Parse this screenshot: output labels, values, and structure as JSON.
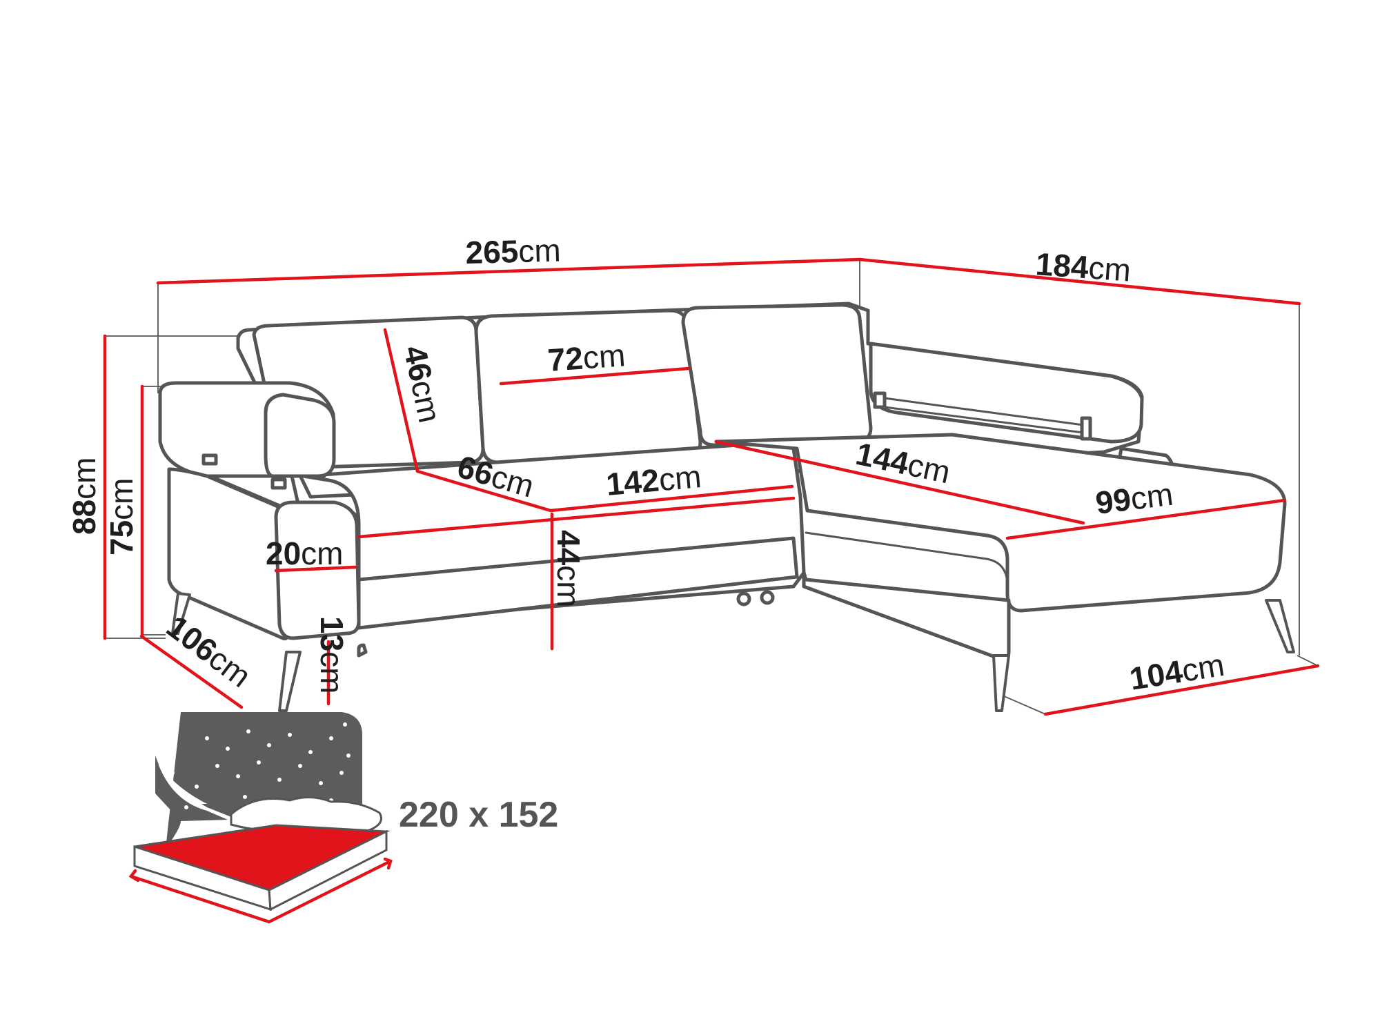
{
  "dimensions": {
    "total_width": {
      "value": "265",
      "unit": "cm"
    },
    "chaise_length": {
      "value": "184",
      "unit": "cm"
    },
    "total_height": {
      "value": "88",
      "unit": "cm"
    },
    "back_height": {
      "value": "75",
      "unit": "cm"
    },
    "cushion_height": {
      "value": "46",
      "unit": "cm"
    },
    "cushion_width": {
      "value": "72",
      "unit": "cm"
    },
    "seat_depth": {
      "value": "66",
      "unit": "cm"
    },
    "seat_width": {
      "value": "142",
      "unit": "cm"
    },
    "chaise_seat_length": {
      "value": "144",
      "unit": "cm"
    },
    "chaise_seat_width": {
      "value": "99",
      "unit": "cm"
    },
    "armrest_width": {
      "value": "20",
      "unit": "cm"
    },
    "seat_height": {
      "value": "44",
      "unit": "cm"
    },
    "leg_height": {
      "value": "13",
      "unit": "cm"
    },
    "depth_left": {
      "value": "106",
      "unit": "cm"
    },
    "chaise_width": {
      "value": "104",
      "unit": "cm"
    }
  },
  "sleeping_area": {
    "label": "220 x 152"
  },
  "colors": {
    "outline": "#555555",
    "dimension_line": "#e1141b",
    "text": "#1e1e1e",
    "mattress": "#e1141b",
    "night_sky": "#5c5c5c"
  }
}
